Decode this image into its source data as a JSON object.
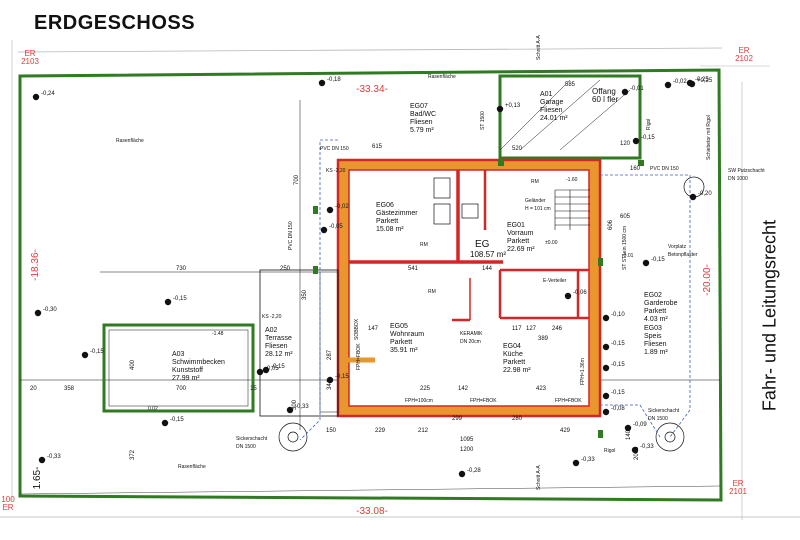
{
  "title": "ERDGESCHOSS",
  "side_label": "Fahr- und Leitungsrecht",
  "colors": {
    "wall_fill": "#e9962f",
    "wall_outline": "#d22727",
    "plot_border": "#2f7a22",
    "grey": "#b5b5b5",
    "dash_blue": "#3c5fc4",
    "dim_red": "#d9403a"
  },
  "corners": {
    "top_left": "ER\n2103",
    "top_right": "ER\n2102",
    "bottom_left": "100\nER",
    "bottom_right": "ER\n2101"
  },
  "boundary_dims": {
    "top": "-33.34-",
    "bottom": "-33.08-",
    "left": "-18.36-",
    "right": "-20.00-",
    "left_small": "1.65-"
  },
  "rooms": {
    "eg07": {
      "id": "EG07",
      "name": "Bad/WC",
      "floor": "Fliesen",
      "area": "5.79 m²"
    },
    "a01": {
      "id": "A01",
      "name": "Garage",
      "floor": "Fliesen",
      "area": "24.01 m²"
    },
    "eg06": {
      "id": "EG06",
      "name": "Gästezimmer",
      "floor": "Parkett",
      "area": "15.08 m²"
    },
    "eg01": {
      "id": "EG01",
      "name": "Vorraum",
      "floor": "Parkett",
      "area": "22.69 m²"
    },
    "eg": {
      "id": "EG",
      "area": "108.57 m²"
    },
    "eg05": {
      "id": "EG05",
      "name": "Wohnraum",
      "floor": "Parkett",
      "area": "35.91 m²"
    },
    "eg02": {
      "id": "EG02",
      "name": "Garderobe",
      "floor": "Parkett",
      "area": "4.03 m²"
    },
    "eg03": {
      "id": "EG03",
      "name": "Speis",
      "floor": "Fliesen",
      "area": "1.89 m²"
    },
    "eg04": {
      "id": "EG04",
      "name": "Küche",
      "floor": "Parkett",
      "area": "22.98 m²"
    },
    "a02": {
      "id": "A02",
      "name": "Terrasse",
      "floor": "Fliesen",
      "area": "28.12 m²"
    },
    "a03": {
      "id": "A03",
      "name": "Schwimmbecken",
      "floor": "Kunststoff",
      "area": "27.99 m²"
    }
  },
  "labels": {
    "rasen1": "Rasenfläche",
    "rasen2": "Rasenfläche",
    "rasen3": "Rasenfläche",
    "vorplatz": "Vorplatz\nBetonpflaster",
    "putzschacht": "SW Putzschacht\nDN 1000",
    "sicker_l": "Sickerschacht\nDN 1500",
    "sicker_r": "Sickerschacht\nDN 1500",
    "rigol1": "Rigol",
    "rigol2": "Rigol",
    "rigol3": "Rigol",
    "schnitt1": "Schnitt A-A",
    "schnitt2": "Schnitt A-A",
    "st": "ST 1500",
    "st2": "ST ST1ein 1500 cm",
    "offang": "Offang\n60 l fler",
    "keramik": "KERAMIK\nDN 20cm",
    "everteiler": "E-Verteiler",
    "schiebetor": "Schiebetor mit Rigol",
    "rm1": "RM",
    "rm2": "RM",
    "rm3": "RM",
    "geländer": "Geländer\nH = 101 cm",
    "fph1": "FPH=100cm",
    "fph2": "FPH=FBOK",
    "fph3": "FPH=FBOK",
    "fph4": "FPH=FBOK",
    "fph5": "FPH=1.36m",
    "sobbox": "SOBBOX",
    "pvc1": "PVC DN 150",
    "pvc2": "PVC DN 150",
    "pvc3": "PVC DN 150",
    "ks": "KS -2,20",
    "ks2": "KS -2,20",
    "l148": "-1.48",
    "l160": "-1.60",
    "l000": "±0.00",
    "l001": "-0.01",
    "l002": "0.02"
  },
  "levels": [
    "-0,24",
    "-0,18",
    "-0,25",
    "-0,15",
    "-0,30",
    "-0,15",
    "-0,15",
    "-0,05",
    "-0,15",
    "-0,33",
    "-0,28",
    "-0,33",
    "+0,25",
    "-0,01",
    "-0,15",
    "-0,20",
    "+0,13",
    "-0,02",
    "-0,15",
    "-0,06",
    "-0,10",
    "-0,15",
    "-0,15",
    "-0,15",
    "-0,08",
    "-0,15",
    "-0,33",
    "-0,09",
    "-0,33",
    "-0,02",
    "-0,05"
  ],
  "dims": {
    "d730": "730",
    "d541": "541",
    "d250": "250",
    "d700": "700",
    "d358": "358",
    "d1095": "1095",
    "d1200": "1200",
    "d229": "229",
    "d212": "212",
    "d150": "150",
    "d225": "225",
    "d142": "142",
    "d423": "423",
    "d389": "389",
    "d299": "299",
    "d280": "280",
    "d372": "372",
    "d400": "400",
    "d350": "350",
    "d300": "300",
    "d20": "20",
    "d15": "15",
    "d606": "606",
    "d615": "615",
    "d700b": "700",
    "d585": "585",
    "d160": "160",
    "d520": "520",
    "d127": "127",
    "d117": "117",
    "d246": "246",
    "d287": "287",
    "d344": "344",
    "d147": "147",
    "d429": "429",
    "d1400": "1400",
    "d144": "144",
    "d2000": "2000",
    "d605": "605",
    "d120": "120"
  }
}
